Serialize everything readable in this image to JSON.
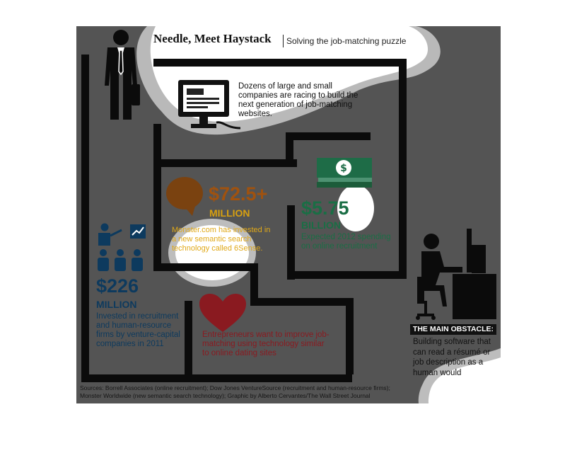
{
  "header": {
    "title": "Needle, Meet Haystack",
    "subtitle": "Solving the job-matching puzzle"
  },
  "facts": {
    "websites": "Dozens of large and small companies are racing to build the next generation of job-matching websites.",
    "monster_amount": "$72.5+",
    "monster_unit": "MILLION",
    "monster_desc": "Monster.com has invested in a new semantic search technology called 6Sense.",
    "spending_amount": "$5.75",
    "spending_unit": "BILLION",
    "spending_desc": "Expected 2012 spending on online recruitment",
    "vc_amount": "$226",
    "vc_unit": "MILLION",
    "vc_desc": "Invested in recruitment and human-resource firms by venture-capital companies in 2011",
    "dating_desc": "Entrepreneurs want to improve job-matching using technology similar to online dating sites"
  },
  "obstacle": {
    "label": "THE MAIN OBSTACLE:",
    "text": "Building software that can read a résumé or job description as a human would"
  },
  "sources": {
    "line1": "Sources: Borrell Associates (online recruitment); Dow Jones VentureSource (recruitment and human-resource firms);",
    "line2": "Monster Worldwide (new semantic search technology); Graphic by Alberto Cervantes/The Wall Street Journal"
  },
  "colors": {
    "background": "#545454",
    "wall": "#0b0b0b",
    "orange": "#d8a010",
    "green": "#1a6e45",
    "blue": "#0d3a5e",
    "red": "#8a1a20"
  },
  "icons": [
    "businessman-icon",
    "computer-monitor-icon",
    "speech-bubble-icon",
    "money-stack-icon",
    "presentation-audience-icon",
    "heart-icon",
    "person-at-desk-icon"
  ]
}
